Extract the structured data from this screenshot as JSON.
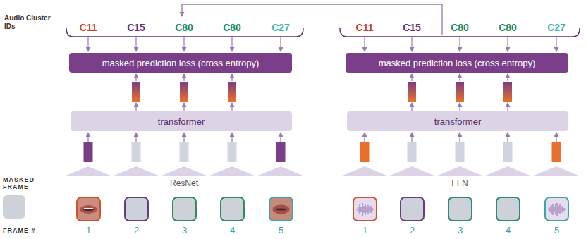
{
  "diagram": {
    "nodes": [
      {
        "text": [
          "masked prediction loss (cross entropy)"
        ]
      },
      {
        "text": [
          "transformer"
        ]
      },
      {
        "text": [
          "masked prediction loss (cross entropy)"
        ]
      },
      {
        "text": [
          "transformer"
        ]
      }
    ],
    "labels": [
      "Audio Cluster IDs",
      "C11",
      "C15",
      "C80",
      "C80",
      "C27",
      "C11",
      "C15",
      "C80",
      "C80",
      "C27",
      "ResNet",
      "FFN",
      "FRAME #",
      "1",
      "2",
      "3",
      "4",
      "5",
      "1",
      "2",
      "3",
      "4",
      "5"
    ],
    "legend": [
      {
        "text": "MASKED FRAME",
        "color": "#cdd1d9"
      }
    ]
  }
}
